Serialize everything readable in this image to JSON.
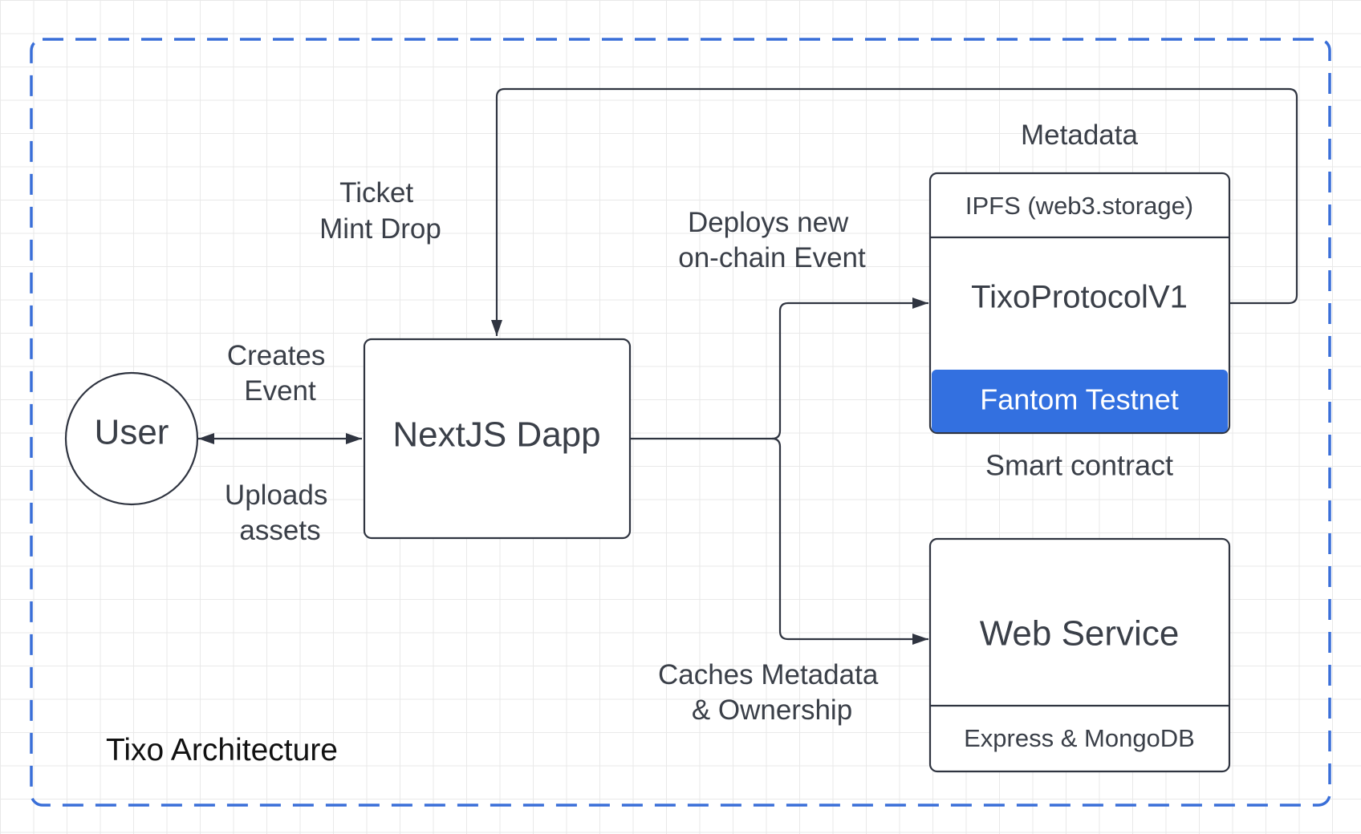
{
  "diagram": {
    "title": "Tixo Architecture",
    "nodes": {
      "user": "User",
      "dapp": "NextJS Dapp",
      "protocol": {
        "header": "IPFS (web3.storage)",
        "title": "TixoProtocolV1",
        "footer": "Fantom Testnet",
        "caption": "Smart contract"
      },
      "web_service": {
        "title": "Web Service",
        "footer": "Express & MongoDB"
      }
    },
    "edge_labels": {
      "creates_event": [
        "Creates",
        "Event"
      ],
      "uploads_assets": [
        "Uploads",
        "assets"
      ],
      "ticket_mint_drop": [
        "Ticket",
        "Mint Drop"
      ],
      "deploys_event": [
        "Deploys new",
        "on-chain Event"
      ],
      "metadata": "Metadata",
      "caches": [
        "Caches Metadata",
        "& Ownership"
      ]
    },
    "colors": {
      "boundary": "#3a6fd8",
      "accent": "#3370e0",
      "line": "#2f3440",
      "text": "#3a3f48"
    }
  }
}
